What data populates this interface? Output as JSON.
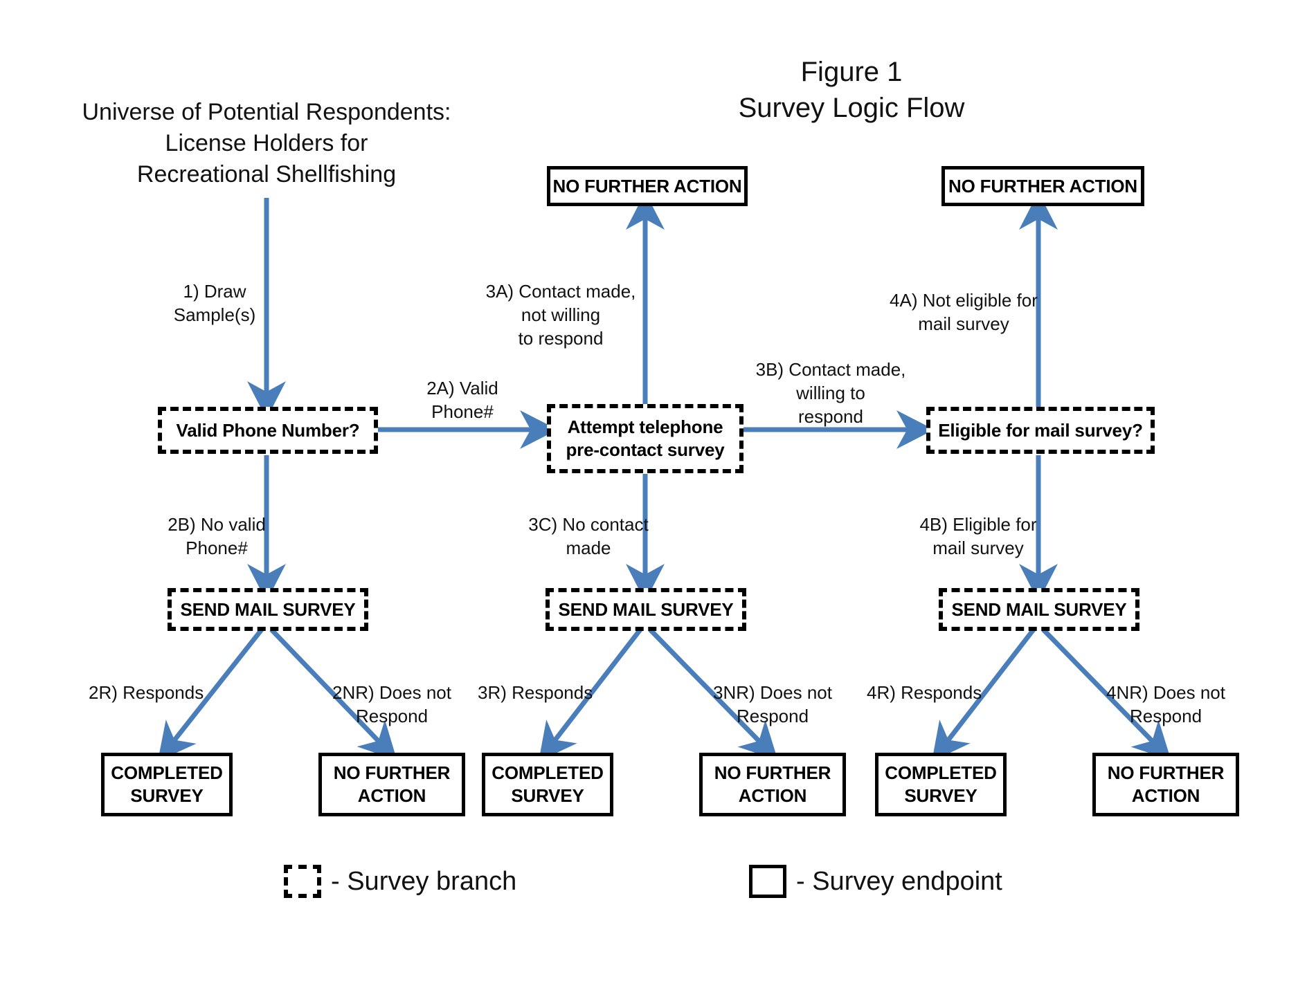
{
  "figure": {
    "title_line1": "Figure 1",
    "title_line2": "Survey Logic Flow",
    "universe_heading": "Universe of Potential Respondents:\nLicense Holders for\nRecreational Shellfishing",
    "arrow_color": "#4a7ebb",
    "box_border_color": "#000000",
    "background_color": "#ffffff"
  },
  "nodes": {
    "valid_phone": "Valid Phone Number?",
    "attempt_phone": "Attempt telephone\npre-contact survey",
    "eligible_mail": "Eligible for mail survey?",
    "no_further_action_top_mid": "NO FURTHER ACTION",
    "no_further_action_top_right": "NO FURTHER ACTION",
    "send_mail_1": "SEND MAIL SURVEY",
    "send_mail_2": "SEND MAIL SURVEY",
    "send_mail_3": "SEND MAIL SURVEY",
    "completed_1": "COMPLETED\nSURVEY",
    "no_action_1": "NO FURTHER\nACTION",
    "completed_2": "COMPLETED\nSURVEY",
    "no_action_2": "NO FURTHER\nACTION",
    "completed_3": "COMPLETED\nSURVEY",
    "no_action_3": "NO FURTHER\nACTION"
  },
  "edge_labels": {
    "e1": "1) Draw\nSample(s)",
    "e2a": "2A) Valid\nPhone#",
    "e2b": "2B) No valid\nPhone#",
    "e2r": "2R) Responds",
    "e2nr": "2NR) Does not\nRespond",
    "e3a": "3A) Contact made,\nnot willing\nto respond",
    "e3b": "3B) Contact made,\nwilling to\nrespond",
    "e3c": "3C) No contact\nmade",
    "e3r": "3R) Responds",
    "e3nr": "3NR) Does not\nRespond",
    "e4a": "4A) Not eligible for\nmail survey",
    "e4b": "4B) Eligible for\nmail survey",
    "e4r": "4R) Responds",
    "e4nr": "4NR) Does not\nRespond"
  },
  "legend": {
    "branch_label": "- Survey branch",
    "endpoint_label": "- Survey endpoint"
  }
}
